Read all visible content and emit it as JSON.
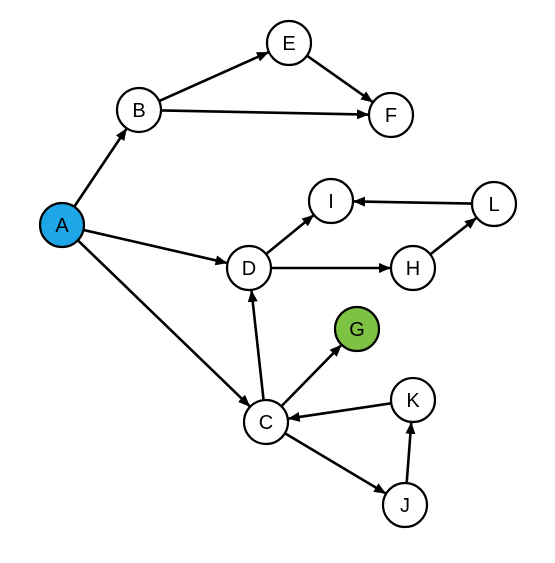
{
  "graph": {
    "nodes": [
      {
        "id": "A",
        "label": "A",
        "fill": "#1EA7E8"
      },
      {
        "id": "B",
        "label": "B",
        "fill": "#ffffff"
      },
      {
        "id": "C",
        "label": "C",
        "fill": "#ffffff"
      },
      {
        "id": "D",
        "label": "D",
        "fill": "#ffffff"
      },
      {
        "id": "E",
        "label": "E",
        "fill": "#ffffff"
      },
      {
        "id": "F",
        "label": "F",
        "fill": "#ffffff"
      },
      {
        "id": "G",
        "label": "G",
        "fill": "#7DC242"
      },
      {
        "id": "H",
        "label": "H",
        "fill": "#ffffff"
      },
      {
        "id": "I",
        "label": "I",
        "fill": "#ffffff"
      },
      {
        "id": "J",
        "label": "J",
        "fill": "#ffffff"
      },
      {
        "id": "K",
        "label": "K",
        "fill": "#ffffff"
      },
      {
        "id": "L",
        "label": "L",
        "fill": "#ffffff"
      }
    ],
    "edges": [
      {
        "from": "A",
        "to": "B"
      },
      {
        "from": "A",
        "to": "D"
      },
      {
        "from": "A",
        "to": "C"
      },
      {
        "from": "B",
        "to": "E"
      },
      {
        "from": "B",
        "to": "F"
      },
      {
        "from": "E",
        "to": "F"
      },
      {
        "from": "D",
        "to": "I"
      },
      {
        "from": "D",
        "to": "H"
      },
      {
        "from": "H",
        "to": "L"
      },
      {
        "from": "L",
        "to": "I"
      },
      {
        "from": "C",
        "to": "D"
      },
      {
        "from": "C",
        "to": "G"
      },
      {
        "from": "C",
        "to": "J"
      },
      {
        "from": "K",
        "to": "C"
      },
      {
        "from": "J",
        "to": "K"
      }
    ]
  }
}
